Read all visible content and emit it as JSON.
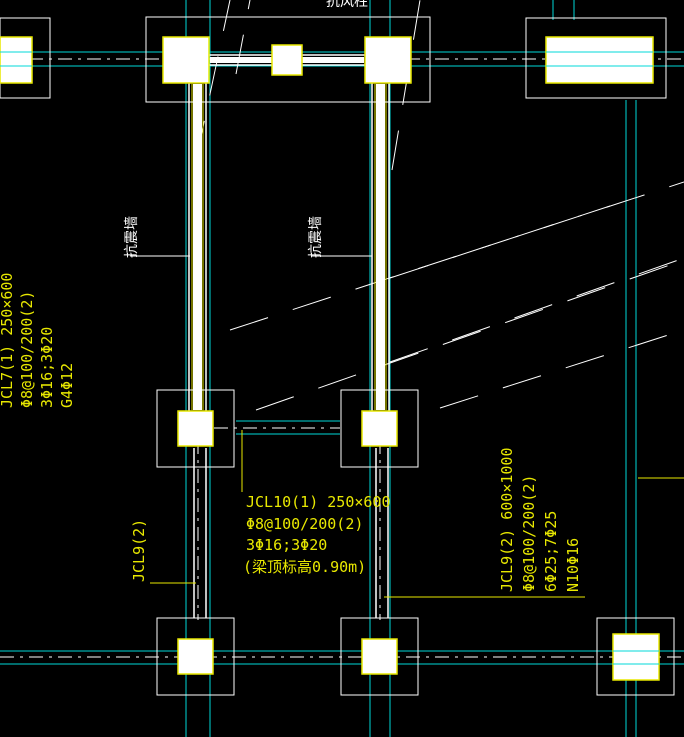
{
  "drawing": {
    "background": "#000000",
    "colors": {
      "column_outline": "#ffffff",
      "column_fill": "#ffffff",
      "column_inner_edge": "#e8e800",
      "axis_line": "#00d8d8",
      "beam_line": "#ffffff",
      "annotation": "#e8e800",
      "leader": "#e8e800"
    }
  },
  "labels": {
    "top_clipped": "抗风柱",
    "wall_left": "抗震墙",
    "wall_mid": "抗震墙",
    "jcl7": {
      "line1": "JCL7(1) 250×600",
      "line2": "Φ8@100/200(2)",
      "line3": "3Φ16;3Φ20",
      "line4": "G4Φ12"
    },
    "jcl10": {
      "line1": "JCL10(1) 250×600",
      "line2": "Φ8@100/200(2)",
      "line3": "3Φ16;3Φ20",
      "line4": "(梁顶标高0.90m)"
    },
    "jcl9_left": "JCL9(2)",
    "jcl9_right": {
      "line1": "JCL9(2) 600×1000",
      "line2": "Φ8@100/200(2)",
      "line3": "6Φ25;7Φ25",
      "line4": "N10Φ16"
    }
  }
}
